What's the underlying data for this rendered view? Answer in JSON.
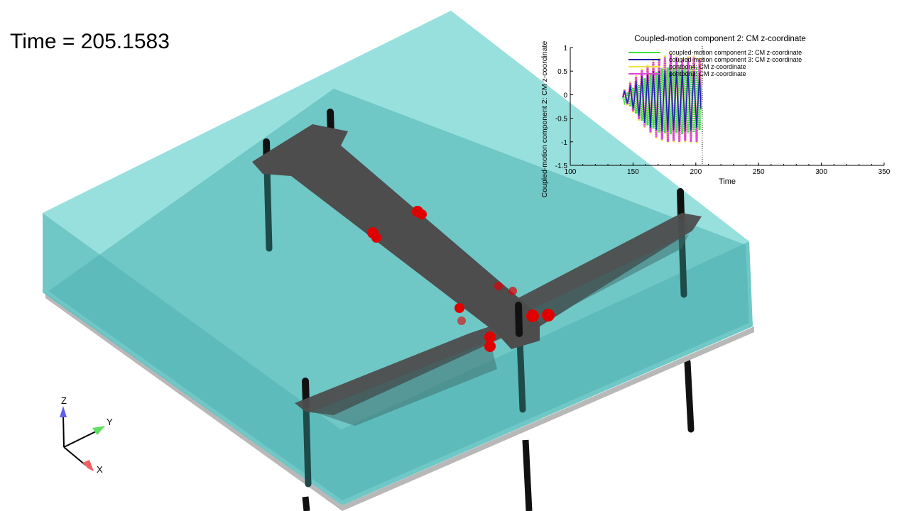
{
  "time_display": {
    "label": "Time = ",
    "value": "205.1583"
  },
  "axes_triad": {
    "x": "X",
    "y": "Y",
    "z": "Z",
    "colors": {
      "x": "#f06060",
      "y": "#60e060",
      "z": "#6060f0"
    }
  },
  "scene_colors": {
    "water": "#7fd6d4",
    "water_dark": "#4fb3b2",
    "structure": "#4d4d4d",
    "posts": "#111111",
    "markers": "#e00000",
    "base": "#b8b8b8"
  },
  "chart_data": {
    "type": "line",
    "title": "Coupled-motion component 2: CM z-coordinate",
    "xlabel": "Time",
    "ylabel": "Coupled-motion component 2: CM z-coordinate",
    "xlim": [
      100,
      350
    ],
    "ylim": [
      -1.5,
      1
    ],
    "xticks": [
      "100",
      "150",
      "200",
      "250",
      "300",
      "350"
    ],
    "yticks": [
      "1",
      "0.5",
      "0",
      "-0.5",
      "-1",
      "-1.5"
    ],
    "grid": false,
    "legend": "top-left",
    "current_time_marker": 205.16,
    "x": [
      142,
      143.2,
      144.3,
      145.5,
      146.6,
      147.8,
      148.9,
      150.1,
      151.2,
      152.4,
      153.5,
      154.7,
      155.8,
      157,
      158.1,
      159.3,
      160.4,
      161.6,
      162.7,
      163.9,
      165,
      166.2,
      167.3,
      168.5,
      169.6,
      170.8,
      171.9,
      173.1,
      174.2,
      175.4,
      176.5,
      177.7,
      178.8,
      180,
      181.1,
      182.3,
      183.4,
      184.6,
      185.7,
      186.9,
      188,
      189.2,
      190.3,
      191.5,
      192.6,
      193.8,
      194.9,
      196.1,
      197.2,
      198.4,
      199.5,
      200.7,
      201.8,
      203,
      204.1
    ],
    "series": [
      {
        "name": "coupled-motion component 2: CM z-coordinate",
        "color": "#40e040",
        "values": [
          -0.05,
          -0.15,
          -0.05,
          0.05,
          -0.05,
          -0.25,
          -0.05,
          0.15,
          -0.1,
          -0.4,
          -0.1,
          0.2,
          -0.1,
          -0.55,
          -0.1,
          0.35,
          -0.1,
          -0.65,
          -0.1,
          0.45,
          -0.12,
          -0.72,
          -0.12,
          0.48,
          -0.12,
          -0.8,
          -0.12,
          0.56,
          -0.12,
          -0.82,
          -0.12,
          0.58,
          -0.12,
          -0.84,
          -0.12,
          0.56,
          -0.12,
          -0.82,
          -0.12,
          0.58,
          -0.12,
          -0.84,
          -0.12,
          0.56,
          -0.12,
          -0.82,
          -0.12,
          0.58,
          -0.12,
          -0.8,
          -0.12,
          0.6,
          -0.12,
          -0.75,
          0.15
        ]
      },
      {
        "name": "coupled-motion component 3: CM z-coordinate",
        "color": "#2020b0",
        "values": [
          -0.05,
          0.08,
          -0.05,
          -0.18,
          -0.05,
          0.2,
          -0.05,
          -0.3,
          -0.08,
          0.3,
          -0.08,
          -0.45,
          -0.1,
          0.4,
          -0.1,
          -0.6,
          -0.12,
          0.45,
          -0.12,
          -0.7,
          -0.12,
          0.5,
          -0.12,
          -0.75,
          -0.12,
          0.5,
          -0.12,
          -0.78,
          -0.12,
          0.52,
          -0.12,
          -0.78,
          -0.12,
          0.5,
          -0.12,
          -0.76,
          -0.12,
          0.5,
          -0.12,
          -0.78,
          -0.12,
          0.52,
          -0.12,
          -0.78,
          -0.12,
          0.5,
          -0.12,
          -0.76,
          -0.12,
          0.48,
          -0.12,
          -0.7,
          -0.12,
          0.45,
          -0.3
        ]
      },
      {
        "name": "pontoon4: CM z-coordinate",
        "color": "#f0e040",
        "values": [
          -0.05,
          0.12,
          -0.05,
          -0.23,
          -0.05,
          0.28,
          -0.05,
          -0.38,
          -0.07,
          0.41,
          -0.07,
          -0.55,
          -0.08,
          0.55,
          -0.08,
          -0.71,
          -0.1,
          0.63,
          -0.1,
          -0.83,
          -0.1,
          0.73,
          -0.1,
          -0.93,
          -0.1,
          0.78,
          -0.1,
          -0.98,
          -0.1,
          0.83,
          -0.1,
          -1.03,
          -0.1,
          0.88,
          -0.1,
          -1.01,
          -0.1,
          0.83,
          -0.1,
          -1.03,
          -0.1,
          0.78,
          -0.1,
          -1.01,
          -0.1,
          0.81,
          -0.1,
          -1.03,
          -0.1,
          0.83,
          -0.1,
          -1.03,
          -0.1,
          0.78,
          -0.1
        ]
      },
      {
        "name": "pontoon3: CM z-coordinate",
        "color": "#e040e0",
        "values": [
          -0.05,
          0.1,
          -0.05,
          -0.2,
          -0.05,
          0.25,
          -0.05,
          -0.35,
          -0.07,
          0.38,
          -0.07,
          -0.52,
          -0.08,
          0.52,
          -0.08,
          -0.68,
          -0.1,
          0.6,
          -0.1,
          -0.8,
          -0.1,
          0.7,
          -0.1,
          -0.9,
          -0.1,
          0.75,
          -0.1,
          -0.95,
          -0.1,
          0.8,
          -0.1,
          -1.0,
          -0.1,
          0.85,
          -0.1,
          -0.98,
          -0.1,
          0.8,
          -0.1,
          -1.0,
          -0.1,
          0.75,
          -0.1,
          -0.98,
          -0.1,
          0.78,
          -0.1,
          -1.0,
          -0.1,
          0.8,
          -0.1,
          -1.0,
          -0.1,
          0.75,
          -0.1
        ]
      }
    ]
  }
}
